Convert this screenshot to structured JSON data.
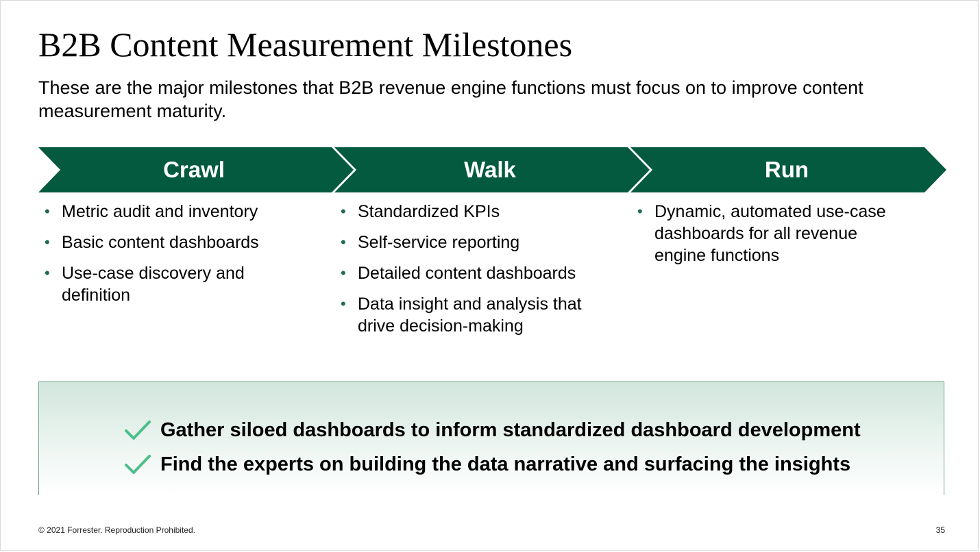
{
  "slide": {
    "title": "B2B Content Measurement Milestones",
    "subtitle": "These are the major milestones that B2B revenue engine functions must focus on to improve content measurement maturity.",
    "accent_color": "#035a3e",
    "bullet_color": "#1e6a4a",
    "check_color": "#4cbf8a"
  },
  "phases": [
    {
      "label": "Crawl",
      "items": [
        "Metric audit and inventory",
        "Basic content dashboards",
        "Use-case discovery and definition"
      ]
    },
    {
      "label": "Walk",
      "items": [
        "Standardized KPIs",
        "Self-service reporting",
        "Detailed content dashboards",
        "Data insight and analysis that drive decision-making"
      ]
    },
    {
      "label": "Run",
      "items": [
        "Dynamic, automated use-case dashboards for all revenue engine functions"
      ]
    }
  ],
  "callout": {
    "items": [
      "Gather siloed dashboards to inform standardized dashboard development",
      "Find the experts on building the data narrative and surfacing the insights"
    ]
  },
  "footer": {
    "copyright": "© 2021 Forrester. Reproduction Prohibited.",
    "page_number": "35"
  }
}
